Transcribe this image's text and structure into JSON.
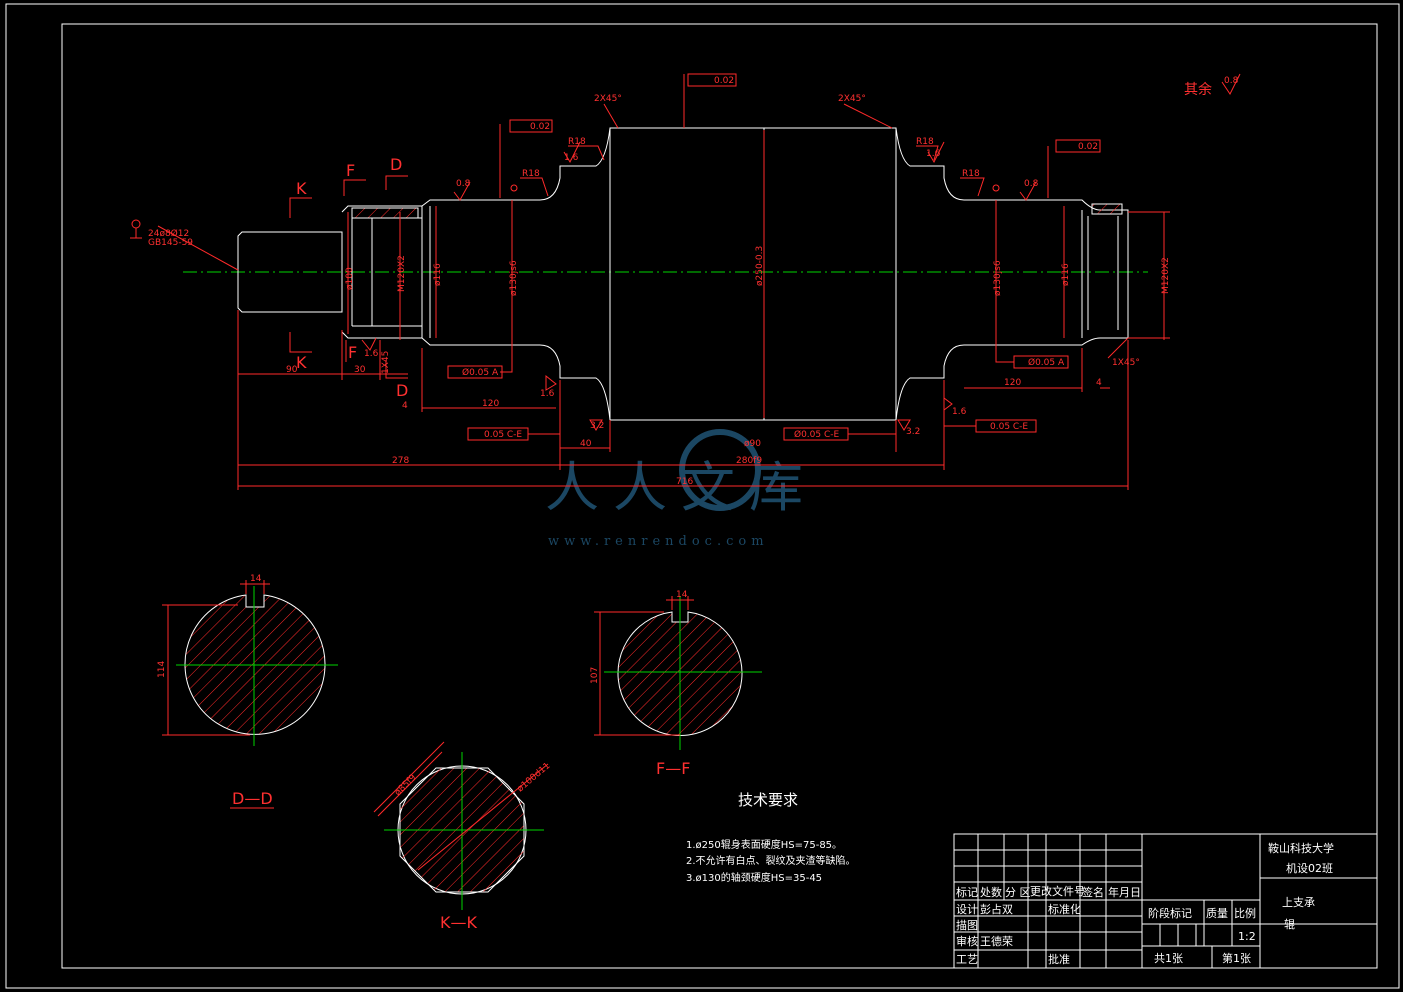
{
  "dimensions": {
    "d_keyway_callout": "24ø8Ø12",
    "d_key_std": "GB145-59",
    "d_len_90": "90",
    "d_len_30": "30",
    "d_chamfer_1x45": "1X45",
    "d_len_4a": "4",
    "d_len_120a": "120",
    "d_len_40": "40",
    "d_len_280f9": "280f9",
    "d_len_278": "278",
    "d_len_716": "716",
    "d_len_120b": "120",
    "d_len_4b": "4",
    "d_len_s90": "ø90",
    "d_dia_100": "ø100",
    "d_dia_m120": "M120X2",
    "d_dia_116": "ø116",
    "d_dia_130js6_l": "ø130js6",
    "d_dia_250": "ø250-0.3",
    "d_dia_130js6_r": "ø130js6",
    "d_dia_116_r": "ø116",
    "d_dia_m120_r": "M120X2",
    "d_chamfer_2x45_l": "2X45°",
    "d_chamfer_2x45_r": "2X45°",
    "d_chamfer_1x45_r": "1X45°",
    "d_r18_1": "R18",
    "d_r18_2": "R18",
    "d_r18_3": "R18",
    "d_r18_4": "R18",
    "d_tol_002_top": "0.02",
    "d_tol_002_l": "0.02",
    "d_tol_002_r": "0.02",
    "d_tol_005_l": "Ø0.05 A",
    "d_tol_005_r": "Ø0.05 A",
    "d_tol_005_ce_l": "0.05 C-E",
    "d_tol_005_ce_c": "Ø0.05 C-E",
    "d_tol_005_ce_r": "0.05 C-E",
    "d_rough_16a": "1.6",
    "d_rough_16b": "1.6",
    "d_rough_16c": "1.6",
    "d_rough_16d": "1.6",
    "d_rough_16e": "1.6",
    "d_rough_32a": "3.2",
    "d_rough_32b": "3.2",
    "d_rough_08a": "0.8",
    "d_rough_08b": "0.8",
    "d_rest": "其余",
    "d_rest_val": "0.8",
    "sec_label_k1": "K",
    "sec_label_k2": "K",
    "sec_label_f1": "F",
    "sec_label_f2": "F",
    "sec_label_d1": "D",
    "sec_label_d2": "D",
    "dd_w": "14",
    "dd_h": "114",
    "ff_w": "14",
    "ff_h": "107",
    "kk_a": "ø85f9",
    "kk_b": "ø100d11",
    "title_dd": "D—D",
    "title_ff": "F—F",
    "title_kk": "K—K"
  },
  "tech_req": {
    "title": "技术要求",
    "line1": "1.ø250辊身表面硬度HS=75-85。",
    "line2": "2.不允许有白点、裂纹及夹渣等缺陷。",
    "line3": "3.ø130的轴颈硬度HS=35-45"
  },
  "title_block": {
    "school": "鞍山科技大学",
    "class": "机设02班",
    "part_name_1": "上支承",
    "part_name_2": "辊",
    "hdr_mark": "标记",
    "hdr_count": "处数",
    "hdr_zone": "分  区",
    "hdr_doc": "更改文件号",
    "hdr_sign": "签名",
    "hdr_date": "年月日",
    "row_design": "设计",
    "designer": "彭占双",
    "std": "标准化",
    "row_draw": "描图",
    "row_check": "审核",
    "checker": "王德荣",
    "row_craft": "工艺",
    "approve": "批准",
    "stage": "阶段标记",
    "weight": "质量",
    "scale_label": "比例",
    "scale": "1:2",
    "sheets_total": "共1张",
    "sheet_no": "第1张"
  },
  "watermark": {
    "text": "人人文库",
    "url": "www.renrendoc.com"
  },
  "colors": {
    "background": "#000000",
    "outline": "#ffffff",
    "dimension": "#ff2a2a",
    "centerline": "#00d400"
  }
}
